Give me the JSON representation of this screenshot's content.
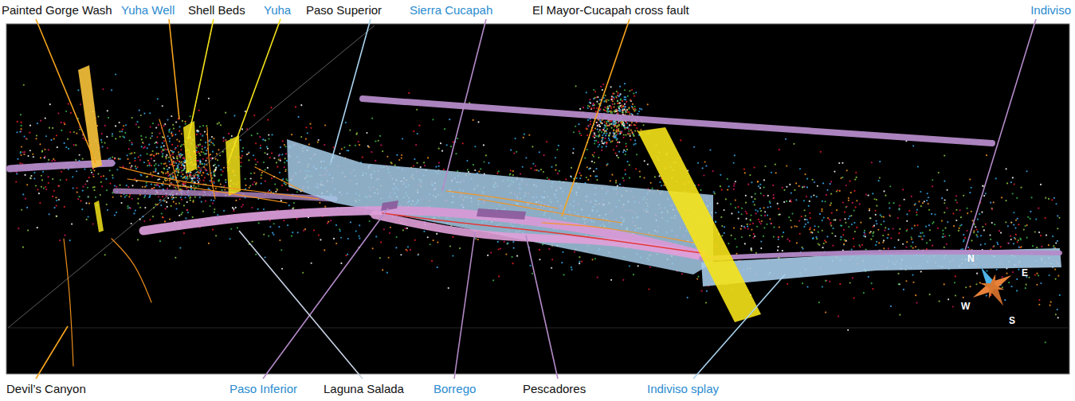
{
  "diagram": {
    "labels": [
      "Painted Gorge Wash",
      "Yuha Well",
      "Shell Beds",
      "Yuha",
      "Paso Superior",
      "Sierra Cucapah",
      "El Mayor-Cucapah cross fault",
      "Indiviso",
      "Devil’s Canyon",
      "Paso Inferior",
      "Laguna Salada",
      "Borrego",
      "Pescadores",
      "Indiviso splay",
      "N",
      "E",
      "W",
      "S"
    ]
  }
}
